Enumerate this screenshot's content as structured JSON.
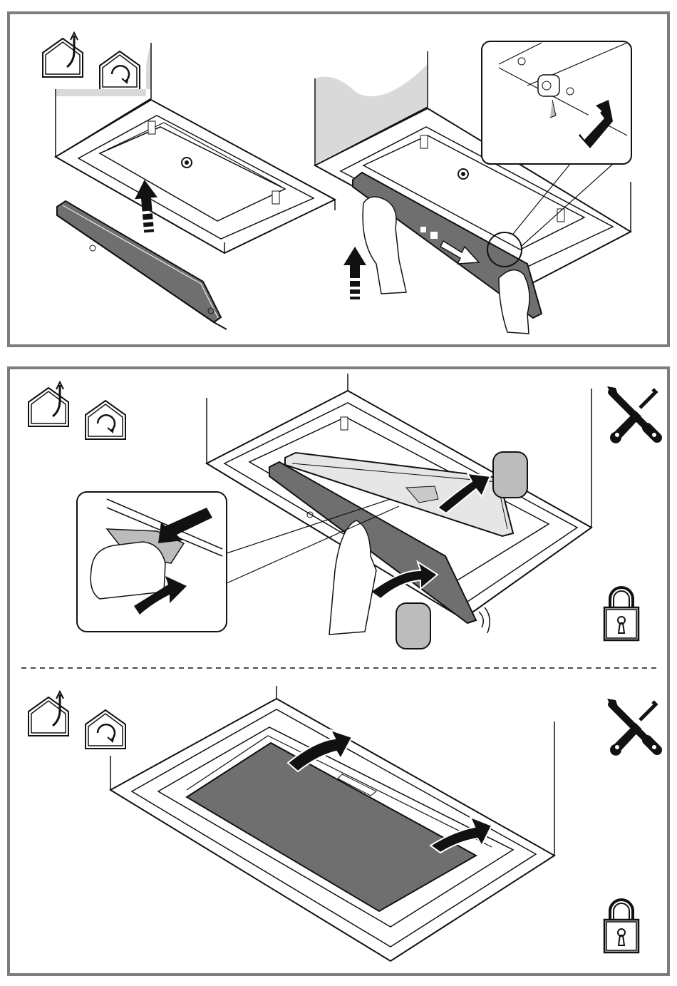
{
  "colors": {
    "frame": "#7d7d7d",
    "filter_dark": "#6f6f6f",
    "filter_light": "#e6e6e6",
    "wall": "#d9d9d9",
    "outline": "#111111",
    "button_grey": "#bcbcbc",
    "white": "#ffffff"
  },
  "icons": {
    "ventilation_mode": "extraction-mode-icon",
    "recirculation_mode": "recirculation-mode-icon",
    "tools": "wrench-screwdriver-icon",
    "lock": "padlock-icon"
  },
  "steps": [
    {
      "id": "remove-grease-filter",
      "icons": [
        "extraction-mode-icon",
        "recirculation-mode-icon"
      ]
    },
    {
      "id": "release-filter-latch",
      "icons": [
        "extraction-mode-icon",
        "recirculation-mode-icon"
      ]
    },
    {
      "id": "remove-odour-filter",
      "icons": [
        "extraction-mode-icon",
        "recirculation-mode-icon",
        "wrench-screwdriver-icon",
        "padlock-icon"
      ]
    },
    {
      "id": "remove-carbon-filter",
      "icons": [
        "extraction-mode-icon",
        "recirculation-mode-icon",
        "wrench-screwdriver-icon",
        "padlock-icon"
      ]
    }
  ]
}
